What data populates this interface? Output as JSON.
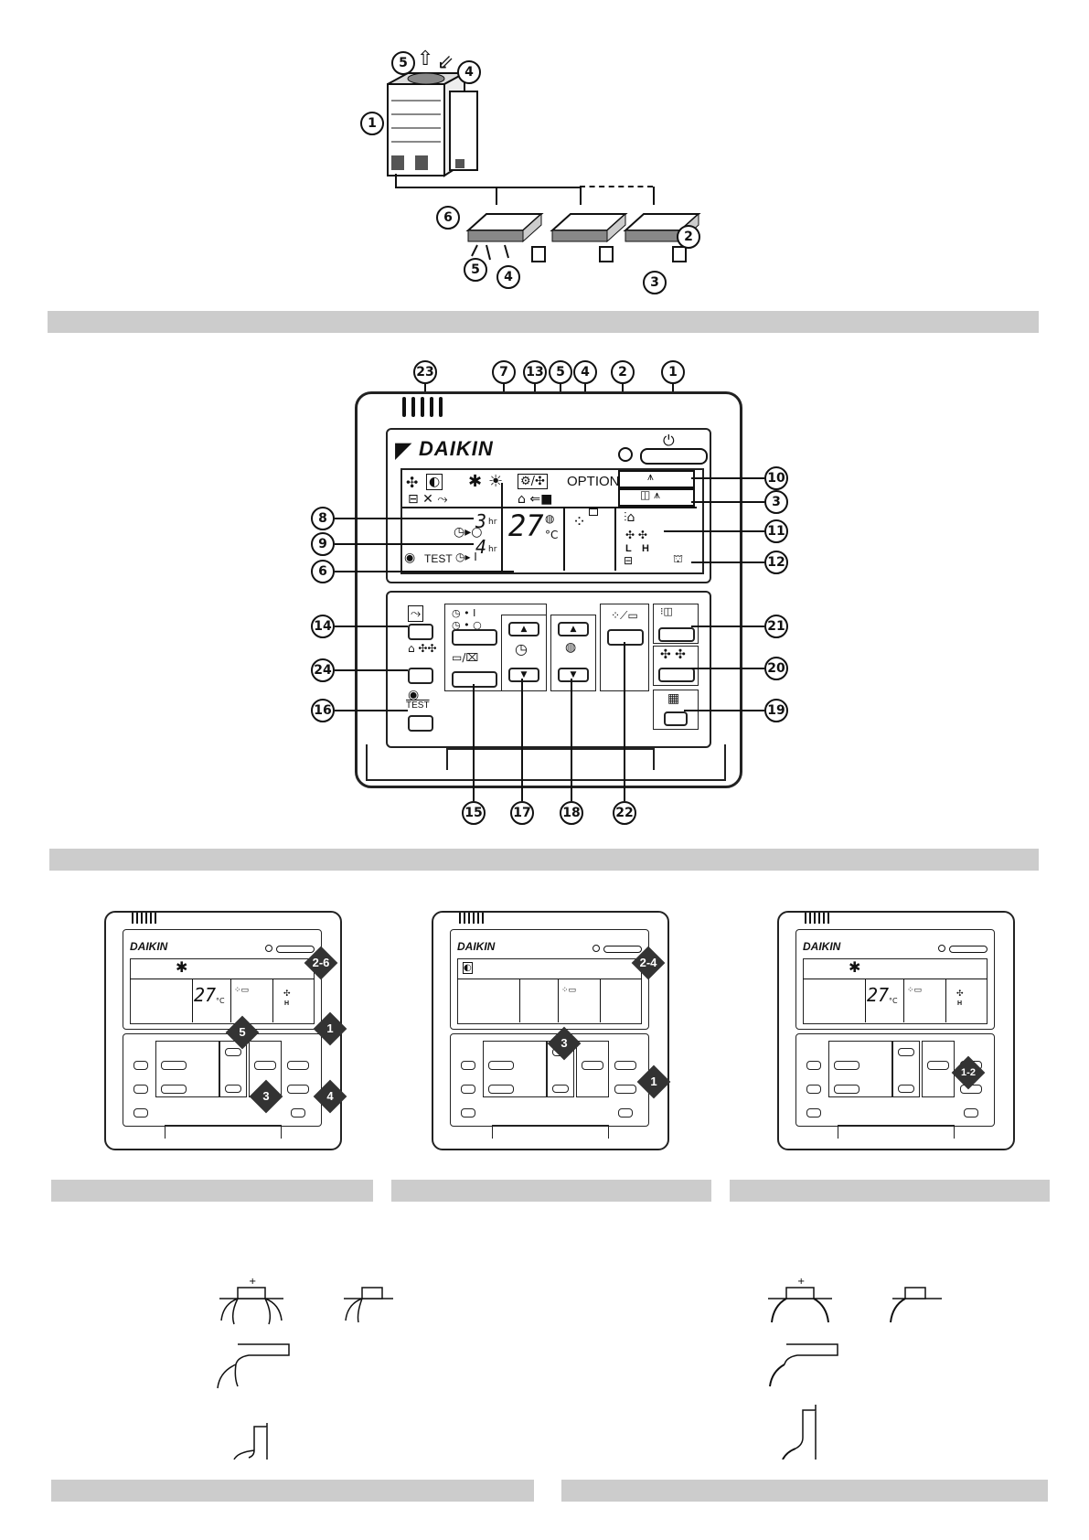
{
  "system_diagram": {
    "callouts": [
      "5",
      "4",
      "1",
      "6",
      "2",
      "5",
      "4",
      "3"
    ]
  },
  "remote_diagram": {
    "brand": "DAIKIN",
    "option_label": "OPTION",
    "test_label": "TEST",
    "temp_display": "27",
    "temp_unit": "°C",
    "timer_on": "3",
    "timer_off": "4",
    "timer_unit": "hr",
    "fan_low": "L",
    "fan_high": "H",
    "test_button_label": "TEST",
    "callouts_top": [
      "23",
      "7",
      "13",
      "5",
      "4",
      "2",
      "1"
    ],
    "callouts_left": [
      "8",
      "9",
      "6",
      "14",
      "24",
      "16"
    ],
    "callouts_right": [
      "10",
      "3",
      "11",
      "12",
      "21",
      "20",
      "19"
    ],
    "callouts_bottom": [
      "15",
      "17",
      "18",
      "22"
    ]
  },
  "panels": [
    {
      "brand": "DAIKIN",
      "temp": "27",
      "unit": "°C",
      "fan": "H",
      "badges": [
        "2-6",
        "1",
        "5",
        "3",
        "4"
      ]
    },
    {
      "brand": "DAIKIN",
      "temp": "",
      "unit": "",
      "fan": "",
      "badges": [
        "2-4",
        "3",
        "1"
      ]
    },
    {
      "brand": "DAIKIN",
      "temp": "27",
      "unit": "°C",
      "fan": "H",
      "badges": [
        "1-2"
      ]
    }
  ]
}
